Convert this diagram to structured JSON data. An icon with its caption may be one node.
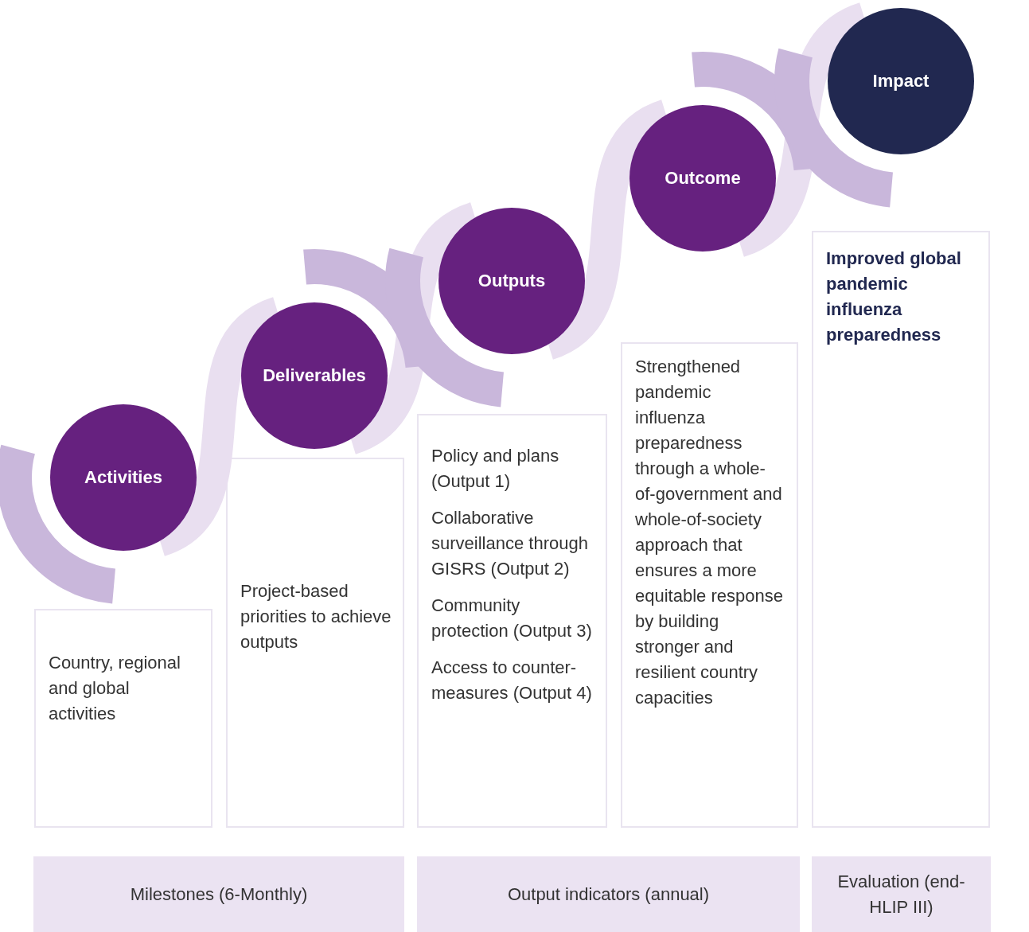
{
  "diagram": {
    "nodes": [
      {
        "text": [
          "Activities"
        ]
      },
      {
        "text": [
          "Deliverables"
        ]
      },
      {
        "text": [
          "Outputs"
        ]
      },
      {
        "text": [
          "Outcome"
        ]
      },
      {
        "text": [
          "Impact"
        ]
      },
      {
        "text": [
          "Country, regional and global activities"
        ]
      },
      {
        "text": [
          "Project-based priorities to achieve outputs"
        ]
      },
      {
        "text": [
          "Policy and plans (Output 1)",
          "Collaborative surveillance through GISRS (Output 2)",
          "Community protection (Output 3)",
          "Access to counter-measures (Output 4)"
        ]
      },
      {
        "text": [
          "Strengthened pandemic influenza preparedness through a whole-of-government and whole-of-society approach that ensures a more equitable response by building stronger and resilient country capacities"
        ]
      },
      {
        "text": [
          "Improved global pandemic influenza preparedness"
        ]
      },
      {
        "text": [
          "Milestones (6-Monthly)"
        ]
      },
      {
        "text": [
          "Output indicators (annual)"
        ]
      },
      {
        "text": [
          "Evaluation (end-HLIP III)"
        ]
      }
    ],
    "edges": [
      {
        "from": 0,
        "to": 1,
        "arrow": "none"
      },
      {
        "from": 1,
        "to": 2,
        "arrow": "none"
      },
      {
        "from": 2,
        "to": 3,
        "arrow": "none"
      },
      {
        "from": 3,
        "to": 4,
        "arrow": "none"
      }
    ]
  }
}
